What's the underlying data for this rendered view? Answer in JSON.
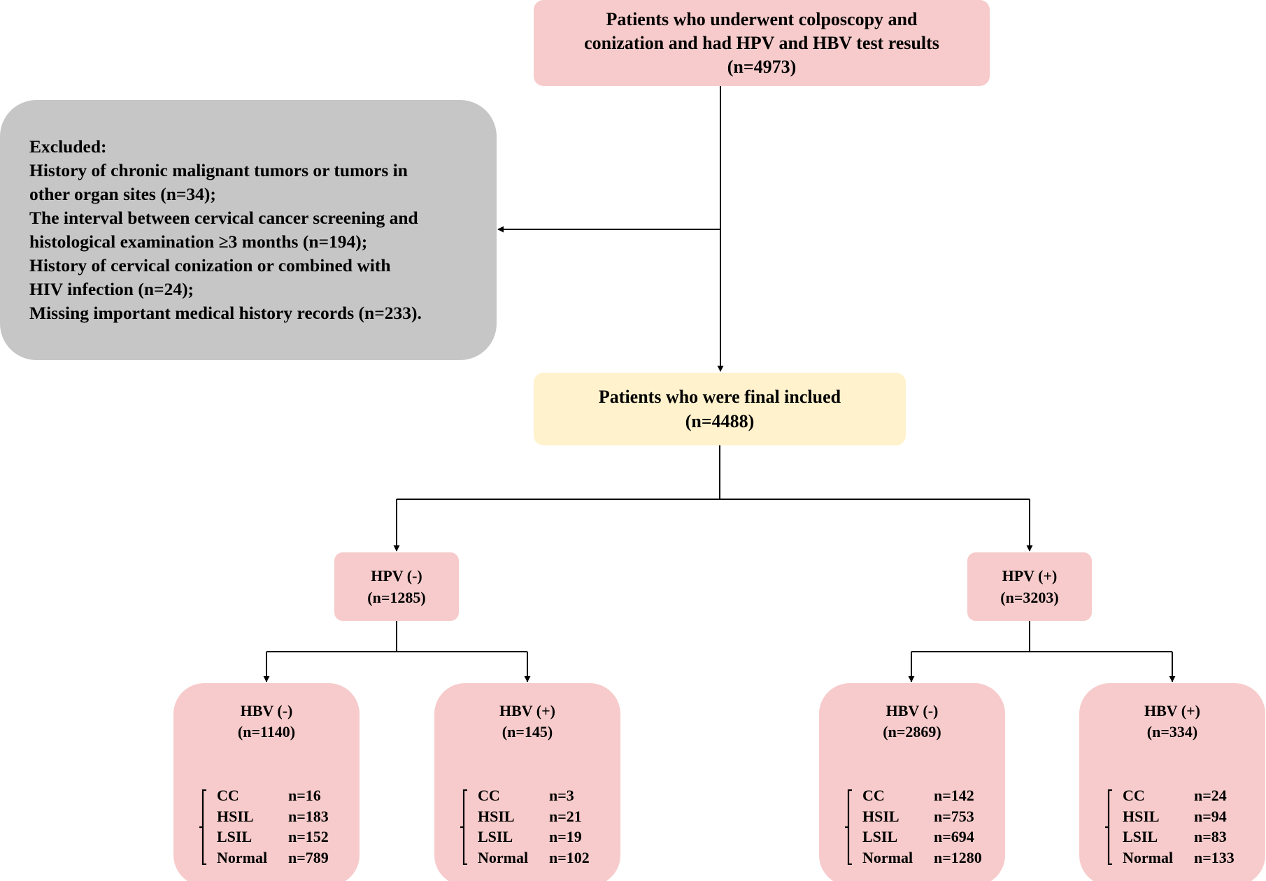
{
  "top": {
    "lines": [
      "Patients who underwent colposcopy and",
      "conization and had HPV and HBV test results",
      "(n=4973)"
    ]
  },
  "excluded": {
    "lines": [
      "Excluded:",
      "History of chronic malignant tumors or tumors in",
      "other organ sites (n=34);",
      "The interval between cervical cancer screening and",
      "histological examination ≥3 months (n=194);",
      "History of cervical conization or combined with",
      "HIV infection (n=24);",
      "Missing important medical history records (n=233)."
    ]
  },
  "final": {
    "lines": [
      "Patients who were final inclued",
      "(n=4488)"
    ]
  },
  "hpv_neg": {
    "label": "HPV (-)",
    "n": "(n=1285)"
  },
  "hpv_pos": {
    "label": "HPV (+)",
    "n": "(n=3203)"
  },
  "groups": [
    {
      "label": "HBV (-)",
      "n": "(n=1140)",
      "rows": [
        {
          "cls": "CC",
          "n": "n=16"
        },
        {
          "cls": "HSIL",
          "n": "n=183"
        },
        {
          "cls": "LSIL",
          "n": "n=152"
        },
        {
          "cls": "Normal",
          "n": "n=789"
        }
      ]
    },
    {
      "label": "HBV (+)",
      "n": "(n=145)",
      "rows": [
        {
          "cls": "CC",
          "n": "n=3"
        },
        {
          "cls": "HSIL",
          "n": "n=21"
        },
        {
          "cls": "LSIL",
          "n": "n=19"
        },
        {
          "cls": "Normal",
          "n": "n=102"
        }
      ]
    },
    {
      "label": "HBV (-)",
      "n": "(n=2869)",
      "rows": [
        {
          "cls": "CC",
          "n": "n=142"
        },
        {
          "cls": "HSIL",
          "n": "n=753"
        },
        {
          "cls": "LSIL",
          "n": "n=694"
        },
        {
          "cls": "Normal",
          "n": "n=1280"
        }
      ]
    },
    {
      "label": "HBV (+)",
      "n": "(n=334)",
      "rows": [
        {
          "cls": "CC",
          "n": "n=24"
        },
        {
          "cls": "HSIL",
          "n": "n=94"
        },
        {
          "cls": "LSIL",
          "n": "n=83"
        },
        {
          "cls": "Normal",
          "n": "n=133"
        }
      ]
    }
  ],
  "colors": {
    "pink": "#f7cbcb",
    "yellow": "#fff2cc",
    "grey": "#c6c6c6",
    "line": "#000000"
  }
}
